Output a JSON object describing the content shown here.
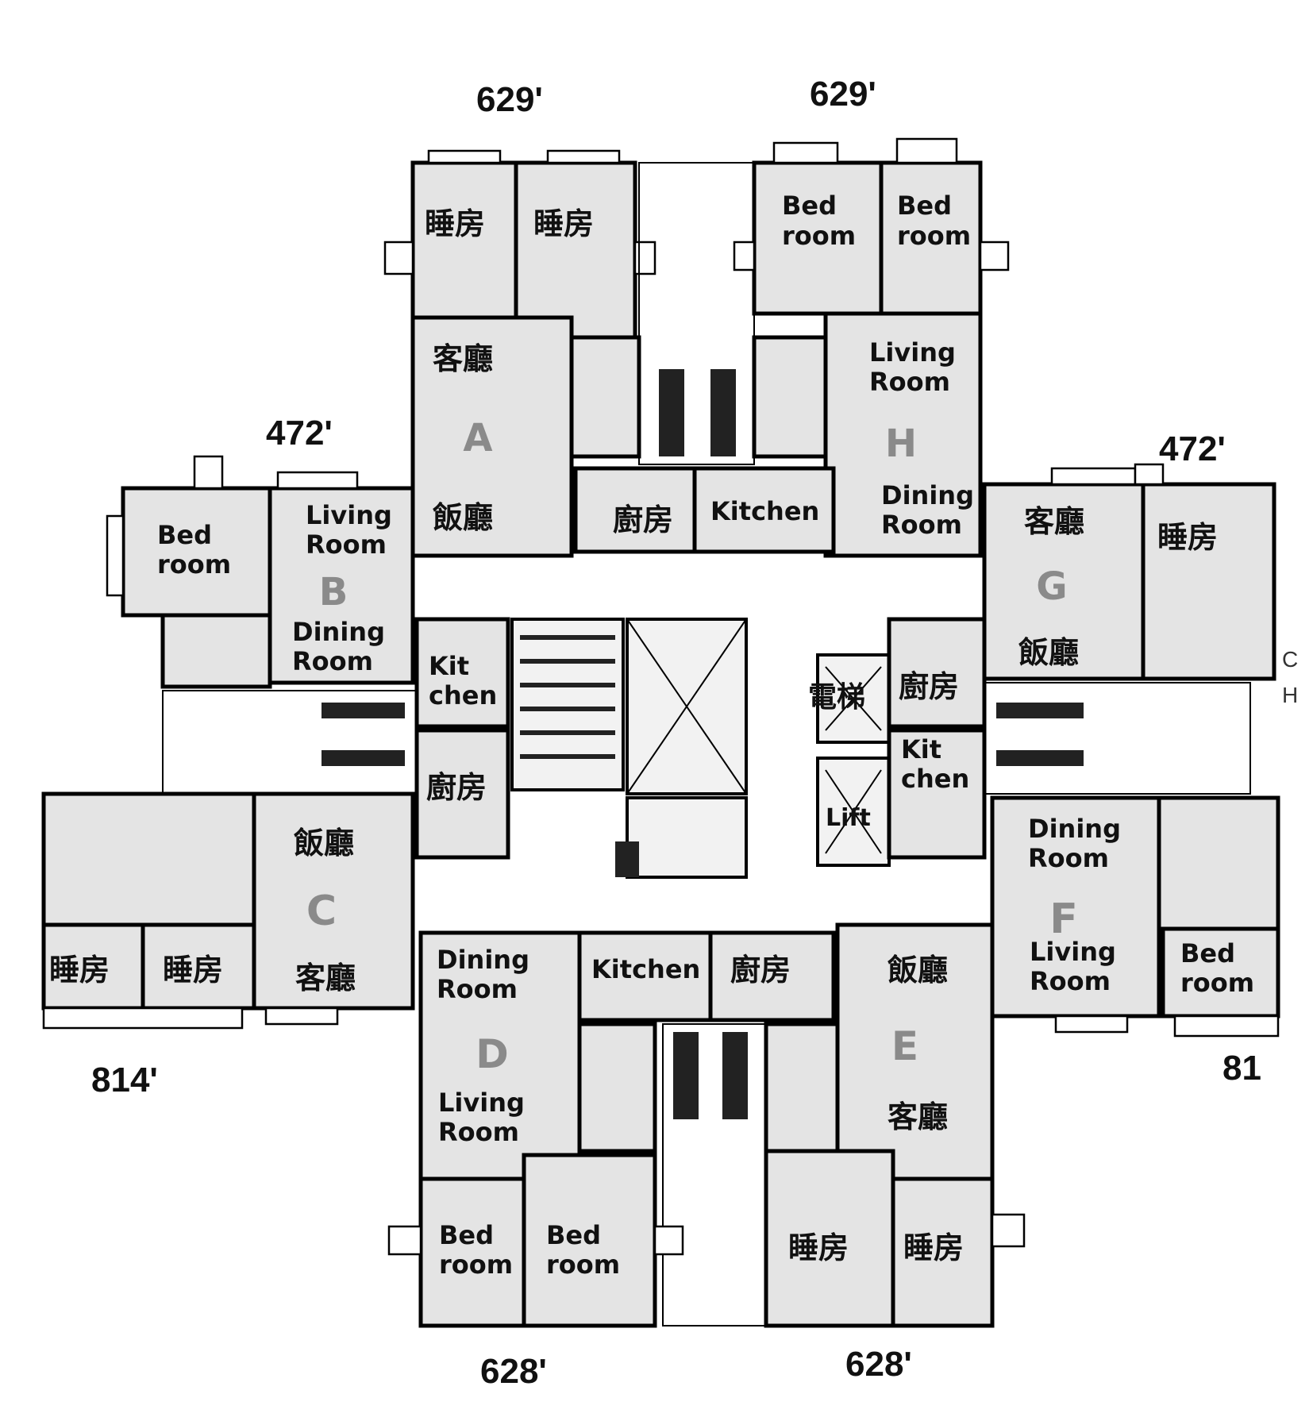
{
  "areas": {
    "top_left": "629'",
    "top_right": "629'",
    "mid_left": "472'",
    "mid_right": "472'",
    "bottom_left_wing": "814'",
    "bottom_right_wing": "81",
    "bottom_left": "628'",
    "bottom_right": "628'"
  },
  "units": {
    "A": "A",
    "B": "B",
    "C": "C",
    "D": "D",
    "E": "E",
    "F": "F",
    "G": "G",
    "H": "H"
  },
  "rooms": {
    "bed1": "Bed",
    "bed2": "room",
    "living1": "Living",
    "living2": "Room",
    "dining1": "Dining",
    "dining2": "Room",
    "kitchen": "Kitchen",
    "kit1": "Kit",
    "kit2": "chen",
    "lift": "Lift",
    "zh_bedroom": "睡房",
    "zh_living": "客廳",
    "zh_dining": "飯廳",
    "zh_kitchen": "廚房",
    "zh_lift": "電梯"
  },
  "edge_text": {
    "c": "C",
    "h": "H"
  }
}
